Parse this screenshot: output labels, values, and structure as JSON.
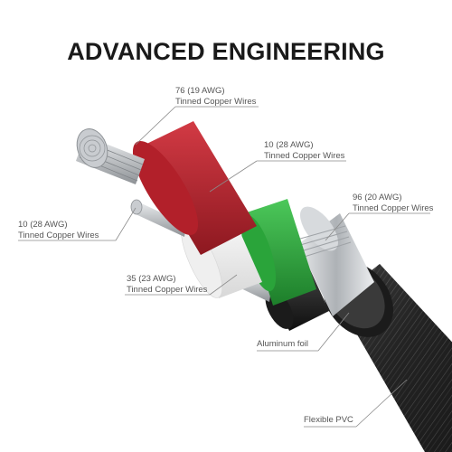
{
  "title": "ADVANCED ENGINEERING",
  "callouts": {
    "red_conductor": {
      "gauge": "76 (19 AWG)",
      "material": "Tinned Copper Wires"
    },
    "green_conductor": {
      "gauge": "10 (28 AWG)",
      "material": "Tinned Copper Wires"
    },
    "shield_braid": {
      "gauge": "96 (20 AWG)",
      "material": "Tinned Copper Wires"
    },
    "white_conductor": {
      "gauge": "10 (28 AWG)",
      "material": "Tinned Copper Wires"
    },
    "black_conductor": {
      "gauge": "35 (23 AWG)",
      "material": "Tinned Copper Wires"
    },
    "foil": {
      "label": "Aluminum foil"
    },
    "jacket": {
      "label": "Flexible PVC"
    }
  },
  "colors": {
    "red_insulation": "#b2202a",
    "green_insulation": "#2aa43a",
    "white_insulation": "#f4f4f4",
    "black_insulation": "#1b1b1b",
    "copper_strands": "#b9bcc0",
    "aluminum_foil": "#c9ccd0",
    "pvc_jacket": "#2a2a2a"
  }
}
